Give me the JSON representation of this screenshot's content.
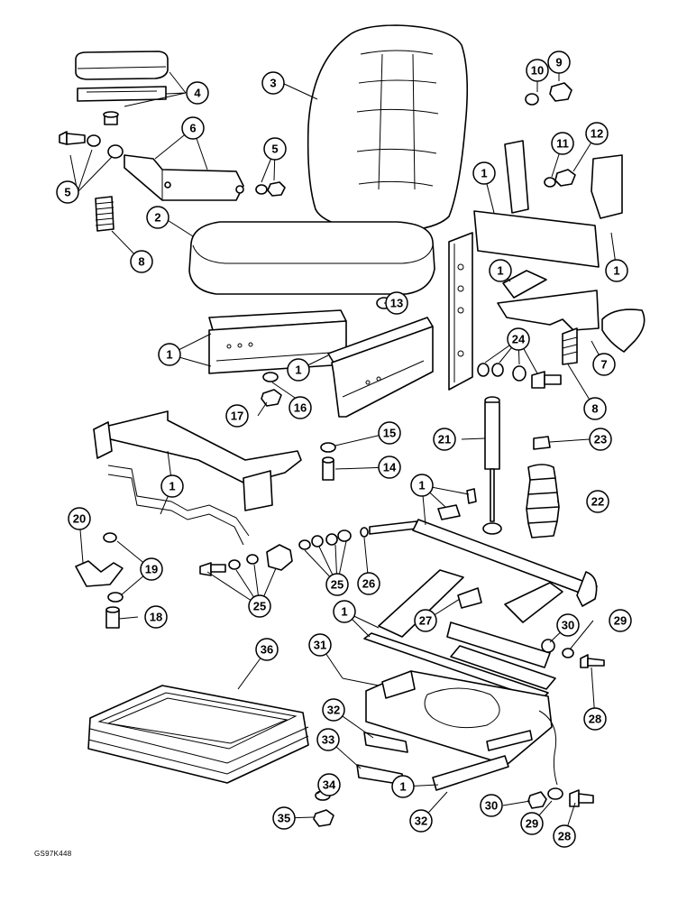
{
  "reference_code": "GS97K448",
  "callouts": [
    {
      "id": "c4",
      "label": "4"
    },
    {
      "id": "c5a",
      "label": "5"
    },
    {
      "id": "c6",
      "label": "6"
    },
    {
      "id": "c5b",
      "label": "5"
    },
    {
      "id": "c3",
      "label": "3"
    },
    {
      "id": "c10",
      "label": "10"
    },
    {
      "id": "c9",
      "label": "9"
    },
    {
      "id": "c11",
      "label": "11"
    },
    {
      "id": "c12",
      "label": "12"
    },
    {
      "id": "c1a",
      "label": "1"
    },
    {
      "id": "c2",
      "label": "2"
    },
    {
      "id": "c8a",
      "label": "8"
    },
    {
      "id": "c1b",
      "label": "1"
    },
    {
      "id": "c1c",
      "label": "1"
    },
    {
      "id": "c13",
      "label": "13"
    },
    {
      "id": "c1d",
      "label": "1"
    },
    {
      "id": "c1e",
      "label": "1"
    },
    {
      "id": "c24",
      "label": "24"
    },
    {
      "id": "c7",
      "label": "7"
    },
    {
      "id": "c17",
      "label": "17"
    },
    {
      "id": "c16",
      "label": "16"
    },
    {
      "id": "c8b",
      "label": "8"
    },
    {
      "id": "c15",
      "label": "15"
    },
    {
      "id": "c21",
      "label": "21"
    },
    {
      "id": "c23",
      "label": "23"
    },
    {
      "id": "c14",
      "label": "14"
    },
    {
      "id": "c1f",
      "label": "1"
    },
    {
      "id": "c1g",
      "label": "1"
    },
    {
      "id": "c22",
      "label": "22"
    },
    {
      "id": "c20",
      "label": "20"
    },
    {
      "id": "c19",
      "label": "19"
    },
    {
      "id": "c25a",
      "label": "25"
    },
    {
      "id": "c25b",
      "label": "25"
    },
    {
      "id": "c26",
      "label": "26"
    },
    {
      "id": "c1h",
      "label": "1"
    },
    {
      "id": "c27",
      "label": "27"
    },
    {
      "id": "c18",
      "label": "18"
    },
    {
      "id": "c30a",
      "label": "30"
    },
    {
      "id": "c29a",
      "label": "29"
    },
    {
      "id": "c36",
      "label": "36"
    },
    {
      "id": "c31",
      "label": "31"
    },
    {
      "id": "c28a",
      "label": "28"
    },
    {
      "id": "c32a",
      "label": "32"
    },
    {
      "id": "c33",
      "label": "33"
    },
    {
      "id": "c34",
      "label": "34"
    },
    {
      "id": "c1i",
      "label": "1"
    },
    {
      "id": "c30b",
      "label": "30"
    },
    {
      "id": "c29b",
      "label": "29"
    },
    {
      "id": "c28b",
      "label": "28"
    },
    {
      "id": "c35",
      "label": "35"
    },
    {
      "id": "c32b",
      "label": "32"
    }
  ]
}
